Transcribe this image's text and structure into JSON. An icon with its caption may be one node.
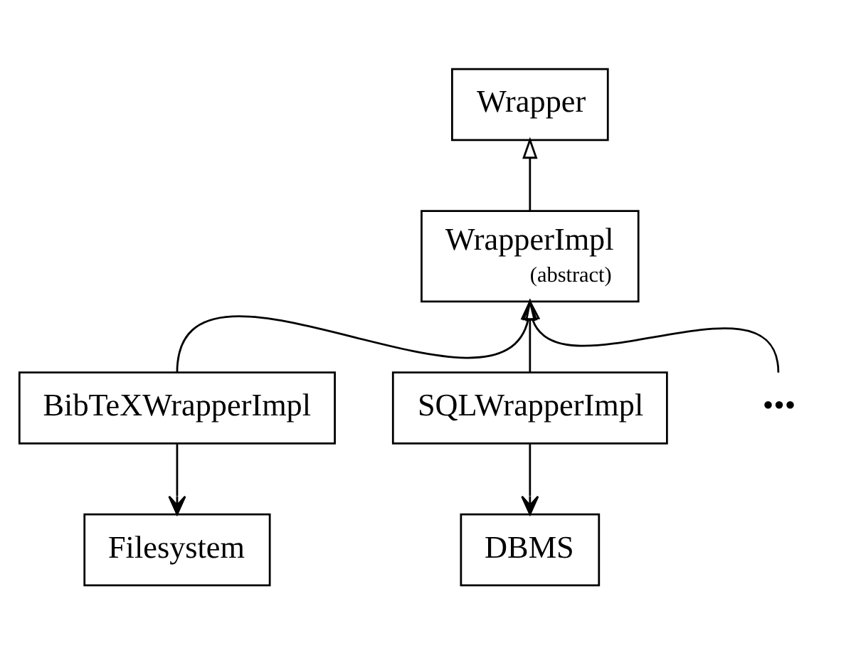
{
  "diagram": {
    "nodes": [
      {
        "text": [
          "Wrapper"
        ]
      },
      {
        "text": [
          "WrapperImpl",
          "(abstract)"
        ]
      },
      {
        "text": [
          "BibTeXWrapperImpl"
        ]
      },
      {
        "text": [
          "SQLWrapperImpl"
        ]
      },
      {
        "text": [
          "Filesystem"
        ]
      },
      {
        "text": [
          "DBMS"
        ]
      },
      {
        "text": [
          "•••"
        ]
      }
    ],
    "edges": [
      {
        "from": 1,
        "to": 0,
        "arrow": "to"
      },
      {
        "from": 2,
        "to": 1,
        "arrow": "to"
      },
      {
        "from": 3,
        "to": 1,
        "arrow": "to"
      },
      {
        "from": 6,
        "to": 1,
        "arrow": "to"
      },
      {
        "from": 2,
        "to": 4,
        "arrow": "to"
      },
      {
        "from": 3,
        "to": 5,
        "arrow": "to"
      }
    ]
  }
}
